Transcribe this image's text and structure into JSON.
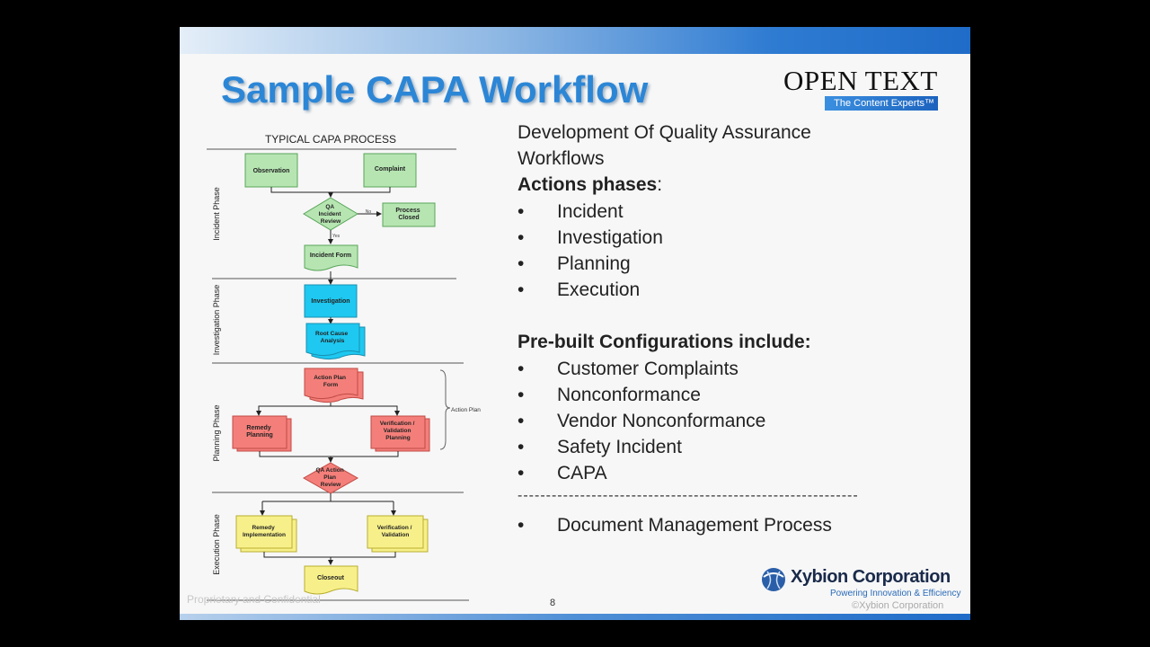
{
  "slide": {
    "title": "Sample CAPA Workflow",
    "logo_top": {
      "name": "OPEN TEXT",
      "tagline": "The Content Experts™"
    },
    "footer_left": "Proprietary and Confidential",
    "page_number": "8",
    "logo_bottom": {
      "name": "Xybion Corporation",
      "tagline": "Powering Innovation & Efficiency"
    },
    "copyright": "©Xybion Corporation"
  },
  "diagram": {
    "title": "TYPICAL CAPA PROCESS",
    "phases": [
      "Incident Phase",
      "Investigation Phase",
      "Planning Phase",
      "Execution Phase"
    ],
    "nodes": {
      "observation": "Observation",
      "complaint": "Complaint",
      "qa_incident_review": [
        "QA",
        "Incident",
        "Review"
      ],
      "process_closed": [
        "Process",
        "Closed"
      ],
      "no_label": "No",
      "yes_label": "Yes",
      "incident_form": "Incident Form",
      "investigation": "Investigation",
      "root_cause": [
        "Root Cause",
        "Analysis"
      ],
      "action_plan_form": [
        "Action Plan",
        "Form"
      ],
      "action_plan_label": "Action Plan",
      "remedy_planning": [
        "Remedy",
        "Planning"
      ],
      "verification_planning": [
        "Verification /",
        "Validation",
        "Planning"
      ],
      "qa_action_plan_review": [
        "QA Action",
        "Plan",
        "Review"
      ],
      "remedy_implementation": [
        "Remedy",
        "Implementation"
      ],
      "verification_validation": [
        "Verification /",
        "Validation"
      ],
      "closeout": "Closeout"
    },
    "colors": {
      "green": "#b6e5b2",
      "cyan": "#1ec8f0",
      "red": "#f47f7a",
      "yellow": "#f7f08a"
    }
  },
  "content": {
    "intro_line1": "Development  Of Quality Assurance",
    "intro_line2": "Workflows",
    "actions_heading": "Actions phases",
    "actions_colon": ":",
    "actions": [
      "Incident",
      "Investigation",
      "Planning",
      "Execution"
    ],
    "config_heading": "Pre-built Configurations  include:",
    "configs": [
      "Customer Complaints",
      "Nonconformance",
      "Vendor Nonconformance",
      "Safety Incident",
      "CAPA"
    ],
    "divider": "------------------------------------------------------------",
    "extra": [
      "Document Management Process"
    ],
    "bullet": "•"
  }
}
